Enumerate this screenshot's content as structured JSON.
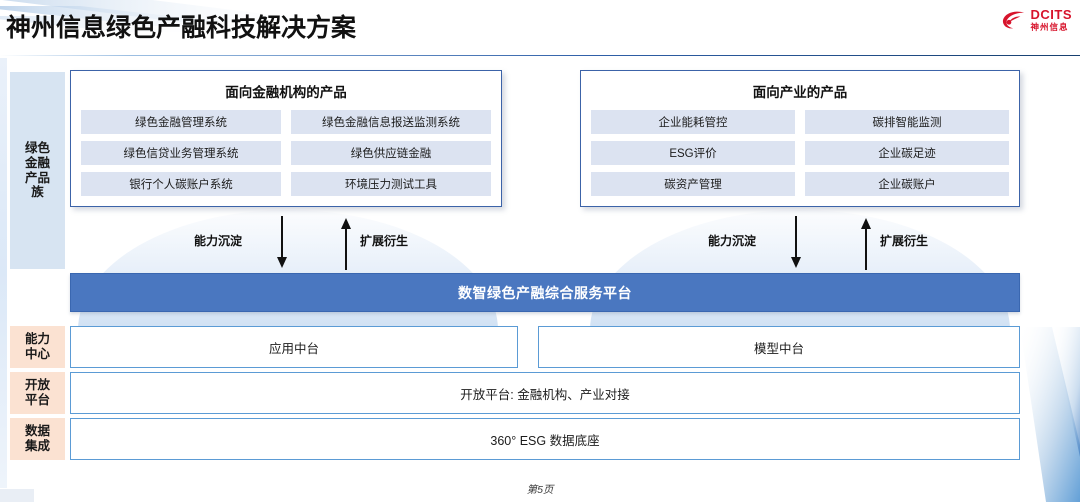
{
  "header": {
    "title": "神州信息绿色产融科技解决方案",
    "logo": {
      "mark": "swoosh-icon",
      "en": "DCITS",
      "cn": "神州信息",
      "color": "#D7142C"
    }
  },
  "sidebar": {
    "items": [
      {
        "name": "green-finance-product-family",
        "label": "绿色\n金融\n产品\n族",
        "lines": [
          "绿色",
          "金融",
          "产品",
          "族"
        ],
        "color": "#D7E4F2"
      },
      {
        "name": "capability-center",
        "lines": [
          "能力",
          "中心"
        ],
        "color": "#FBE2D2"
      },
      {
        "name": "open-platform",
        "lines": [
          "开放",
          "平台"
        ],
        "color": "#FBE2D2"
      },
      {
        "name": "data-integration",
        "lines": [
          "数据",
          "集成"
        ],
        "color": "#FBE2D2"
      }
    ]
  },
  "panels": [
    {
      "name": "products-for-financial-institutions",
      "title": "面向金融机构的产品",
      "chips": [
        "绿色金融管理系统",
        "绿色金融信息报送监测系统",
        "绿色信贷业务管理系统",
        "绿色供应链金融",
        "银行个人碳账户系统",
        "环境压力测试工具"
      ]
    },
    {
      "name": "products-for-industry",
      "title": "面向产业的产品",
      "chips": [
        "企业能耗管控",
        "碳排智能监测",
        "ESG评价",
        "企业碳足迹",
        "碳资产管理",
        "企业碳账户"
      ]
    }
  ],
  "flows": {
    "left": {
      "down_label": "能力沉淀",
      "up_label": "扩展衍生"
    },
    "right": {
      "down_label": "能力沉淀",
      "up_label": "扩展衍生"
    }
  },
  "platform": {
    "label": "数智绿色产融综合服务平台",
    "color": "#4A77C0"
  },
  "layers": {
    "capability": [
      {
        "name": "application-middle-platform",
        "label": "应用中台"
      },
      {
        "name": "model-middle-platform",
        "label": "模型中台"
      }
    ],
    "open": {
      "name": "open-platform-box",
      "label": "开放平台: 金融机构、产业对接"
    },
    "data": {
      "name": "data-foundation-box",
      "label": "360° ESG 数据底座"
    }
  },
  "footer": {
    "page": "第5页"
  }
}
